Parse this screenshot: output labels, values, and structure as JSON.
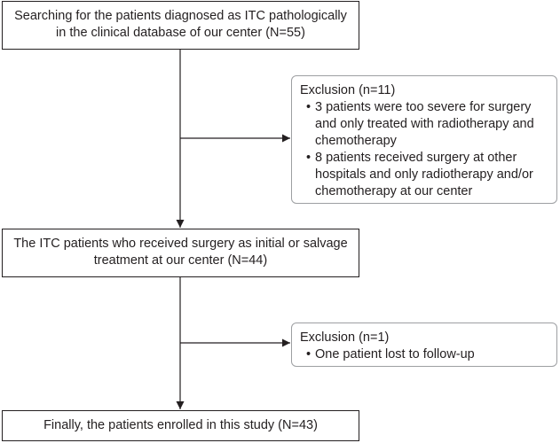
{
  "boxes": {
    "search": {
      "line1": "Searching for the patients diagnosed as ITC pathologically",
      "line2": "in the clinical database of our center (N=55)"
    },
    "exclusion1": {
      "title": "Exclusion (n=11)",
      "items": [
        "3 patients were too severe for surgery and only treated with radiotherapy and chemotherapy",
        "8 patients received surgery at other hospitals and only radiotherapy and/or chemotherapy at our center"
      ]
    },
    "surgery": {
      "line1": "The ITC patients who received surgery as initial or salvage",
      "line2": "treatment at our center (N=44)"
    },
    "exclusion2": {
      "title": "Exclusion (n=1)",
      "items": [
        "One patient lost to follow-up"
      ]
    },
    "final": {
      "line1": "Finally, the patients enrolled in this study (N=43)"
    }
  },
  "colors": {
    "main_border": "#231f20",
    "exclusion_border": "#9d9fa2",
    "arrow": "#231f20"
  }
}
